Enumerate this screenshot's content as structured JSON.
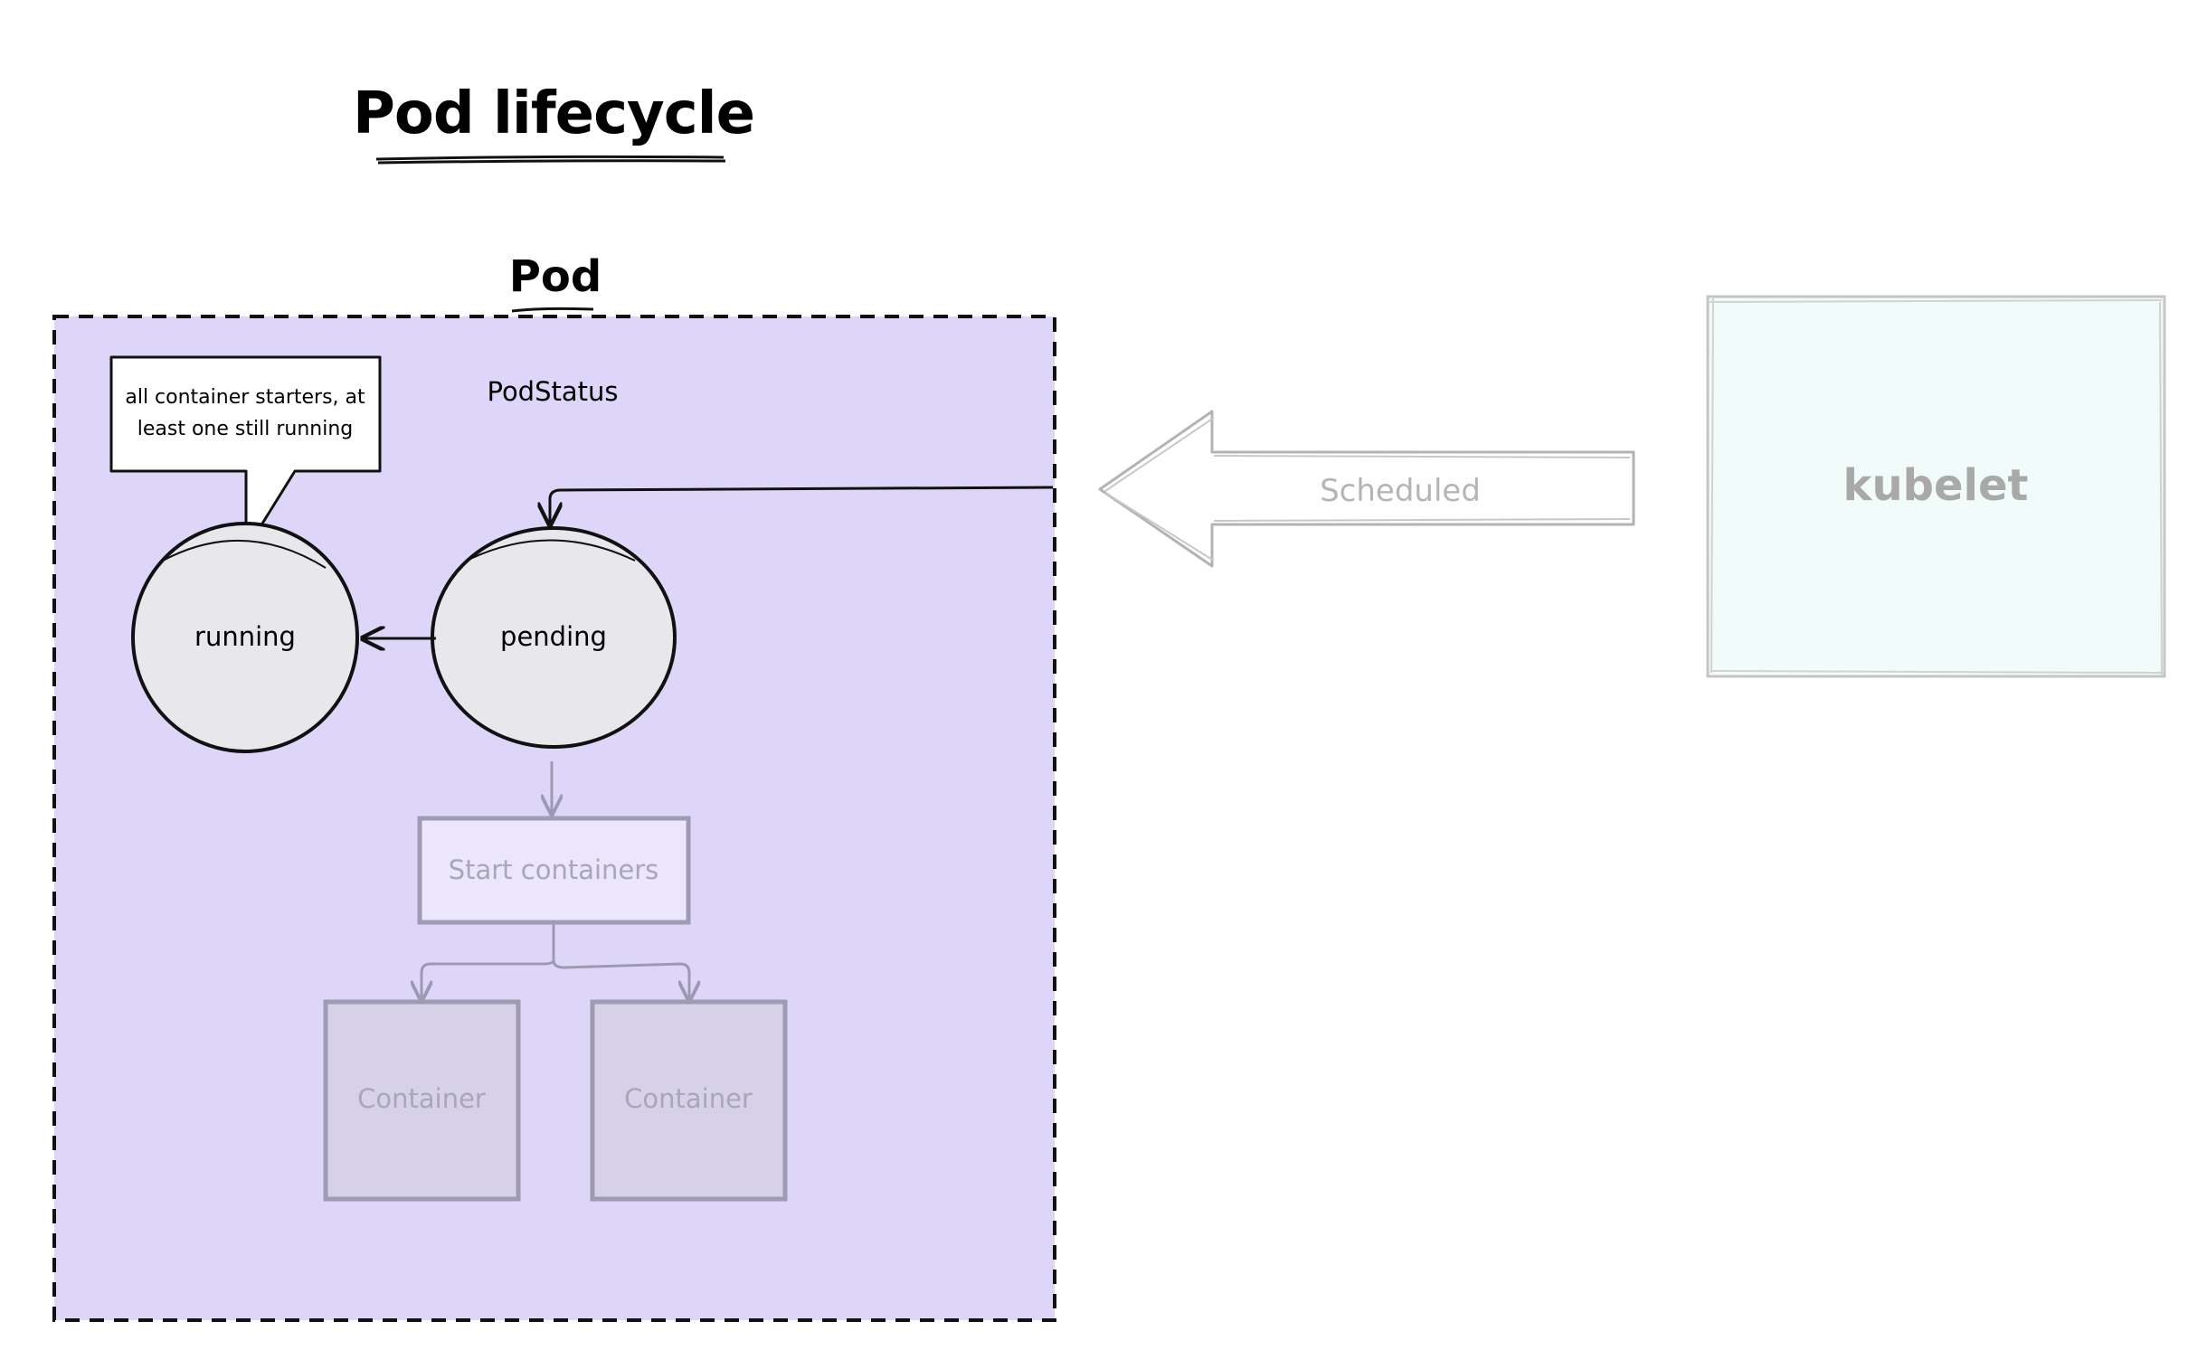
{
  "diagram": {
    "title": "Pod lifecycle",
    "pod": {
      "label": "Pod",
      "status_label": "PodStatus"
    },
    "states": {
      "running": "running",
      "pending": "pending"
    },
    "callout": {
      "line1": "all container starters, at",
      "line2": "least one still running"
    },
    "start_containers": "Start containers",
    "containers": [
      "Container",
      "Container"
    ],
    "scheduled_arrow": "Scheduled",
    "kubelet": "kubelet"
  },
  "colors": {
    "pod_fill": "#ddd6f8",
    "state_fill": "#e8e8ec",
    "start_containers_fill": "#ebe6fb",
    "container_fill": "#d6d0e8",
    "faded_stroke": "#a09bb5",
    "kubelet_fill": "#f1fbf9",
    "kubelet_stroke": "#c5c5c5"
  }
}
